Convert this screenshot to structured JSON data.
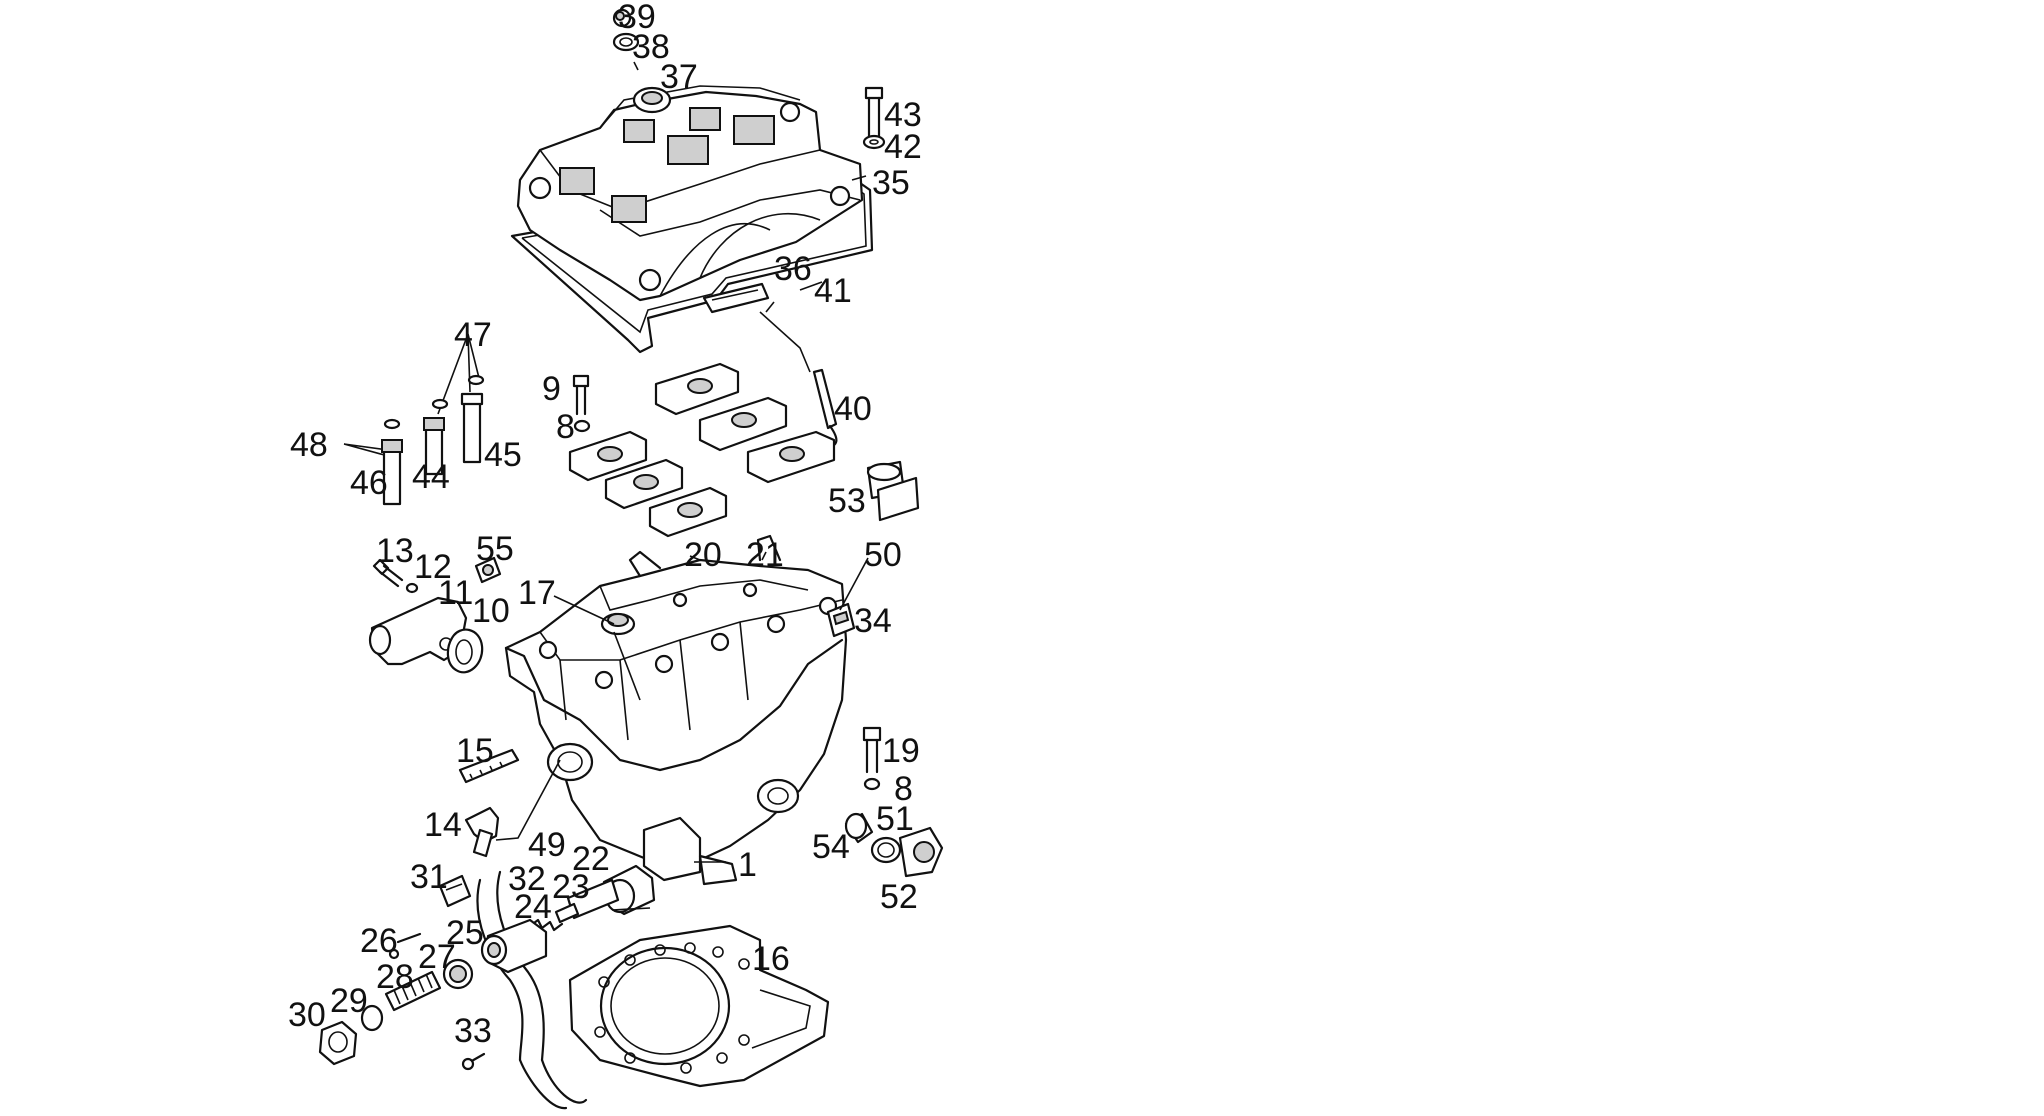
{
  "callouts": [
    {
      "id": "39",
      "label": "39"
    },
    {
      "id": "38",
      "label": "38"
    },
    {
      "id": "37",
      "label": "37"
    },
    {
      "id": "43",
      "label": "43"
    },
    {
      "id": "42",
      "label": "42"
    },
    {
      "id": "35",
      "label": "35"
    },
    {
      "id": "36",
      "label": "36"
    },
    {
      "id": "41",
      "label": "41"
    },
    {
      "id": "47",
      "label": "47"
    },
    {
      "id": "9",
      "label": "9"
    },
    {
      "id": "8a",
      "label": "8"
    },
    {
      "id": "40",
      "label": "40"
    },
    {
      "id": "48",
      "label": "48"
    },
    {
      "id": "46",
      "label": "46"
    },
    {
      "id": "44",
      "label": "44"
    },
    {
      "id": "45",
      "label": "45"
    },
    {
      "id": "53",
      "label": "53"
    },
    {
      "id": "13",
      "label": "13"
    },
    {
      "id": "12",
      "label": "12"
    },
    {
      "id": "55",
      "label": "55"
    },
    {
      "id": "11",
      "label": "11"
    },
    {
      "id": "10",
      "label": "10"
    },
    {
      "id": "20",
      "label": "20"
    },
    {
      "id": "21",
      "label": "21"
    },
    {
      "id": "50",
      "label": "50"
    },
    {
      "id": "17",
      "label": "17"
    },
    {
      "id": "34",
      "label": "34"
    },
    {
      "id": "15",
      "label": "15"
    },
    {
      "id": "19",
      "label": "19"
    },
    {
      "id": "8b",
      "label": "8"
    },
    {
      "id": "14",
      "label": "14"
    },
    {
      "id": "49",
      "label": "49"
    },
    {
      "id": "51",
      "label": "51"
    },
    {
      "id": "54",
      "label": "54"
    },
    {
      "id": "31",
      "label": "31"
    },
    {
      "id": "32",
      "label": "32"
    },
    {
      "id": "22",
      "label": "22"
    },
    {
      "id": "1",
      "label": "1"
    },
    {
      "id": "23",
      "label": "23"
    },
    {
      "id": "24",
      "label": "24"
    },
    {
      "id": "52",
      "label": "52"
    },
    {
      "id": "26",
      "label": "26"
    },
    {
      "id": "25",
      "label": "25"
    },
    {
      "id": "27",
      "label": "27"
    },
    {
      "id": "16",
      "label": "16"
    },
    {
      "id": "28",
      "label": "28"
    },
    {
      "id": "29",
      "label": "29"
    },
    {
      "id": "30",
      "label": "30"
    },
    {
      "id": "33",
      "label": "33"
    }
  ]
}
